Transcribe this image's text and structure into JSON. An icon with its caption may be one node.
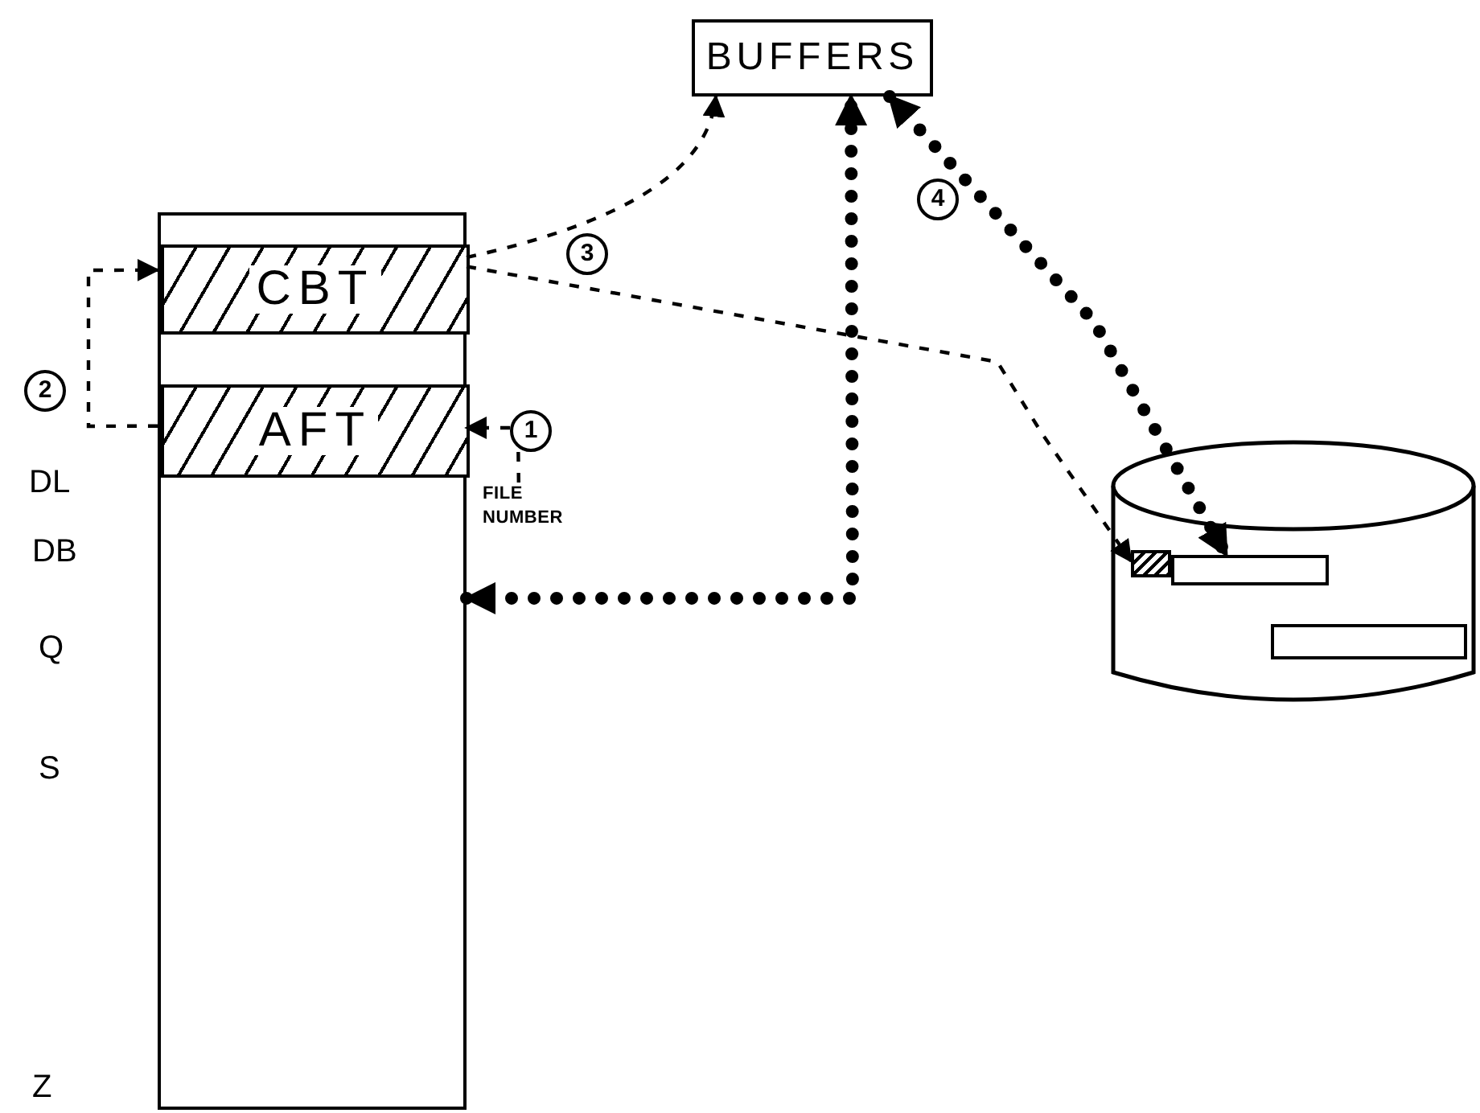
{
  "diagram": {
    "nodes": [
      {
        "text": [
          "BUFFERS"
        ]
      },
      {
        "text": [],
        "shape": "box"
      },
      {
        "text": [
          "CBT"
        ],
        "in": 1
      },
      {
        "text": [
          "AFT"
        ],
        "in": 1
      },
      {
        "text": [],
        "shape": "cylinder"
      },
      {
        "text": [],
        "shape": "box",
        "in": 4
      },
      {
        "text": [],
        "shape": "bar",
        "in": 4
      },
      {
        "text": [],
        "shape": "bar",
        "in": 4
      },
      {
        "text": [
          "FILE NUMBER"
        ]
      }
    ],
    "edges": [
      {
        "from": 8,
        "to": 3,
        "arrow": "to",
        "label": "1",
        "style": "dashed"
      },
      {
        "from": 3,
        "to": 2,
        "arrow": "to",
        "label": "2",
        "style": "dashed"
      },
      {
        "from": 2,
        "to": 0,
        "arrow": "to",
        "label": "3",
        "style": "dashed"
      },
      {
        "from": 2,
        "to": 5,
        "arrow": "to",
        "style": "dashed"
      },
      {
        "from": 1,
        "to": 0,
        "arrow": "both",
        "style": "dashed"
      },
      {
        "from": 0,
        "to": 6,
        "arrow": "both",
        "label": "4",
        "style": "dashed"
      }
    ],
    "labels": [
      "DL",
      "DB",
      "Q",
      "S",
      "Z"
    ]
  }
}
